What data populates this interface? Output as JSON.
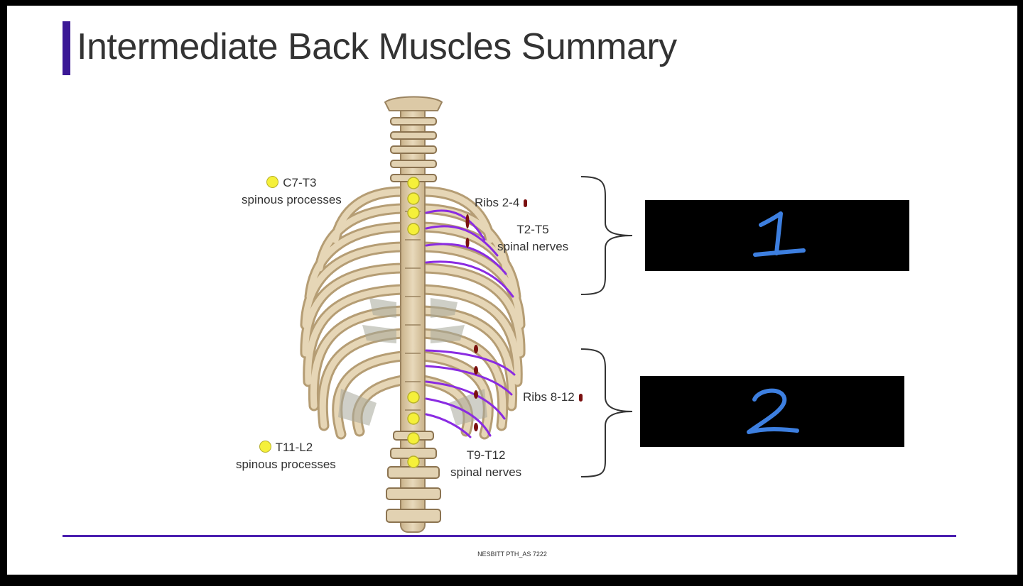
{
  "title": "Intermediate Back Muscles Summary",
  "labels": {
    "upper_left": {
      "line1": "C7-T3",
      "line2": "spinous processes"
    },
    "lower_left": {
      "line1": "T11-L2",
      "line2": "spinous processes"
    },
    "upper_ribs": "Ribs 2-4",
    "upper_nerves": {
      "line1": "T2-T5",
      "line2": "spinal nerves"
    },
    "lower_ribs": "Ribs 8-12",
    "lower_nerves": {
      "line1": "T9-T12",
      "line2": "spinal nerves"
    }
  },
  "boxes": {
    "box1": "1",
    "box2": "2"
  },
  "footer": "NESBITT PTH_AS 7222",
  "colors": {
    "title_accent": "#3b1896",
    "bone": "#d9c6a3",
    "bone_edge": "#8b7350",
    "attachment_dot": "#f5f03a",
    "muscle_line": "#8a2be2",
    "rib_marker": "#7a1010",
    "handwriting": "#3d7fe0"
  }
}
